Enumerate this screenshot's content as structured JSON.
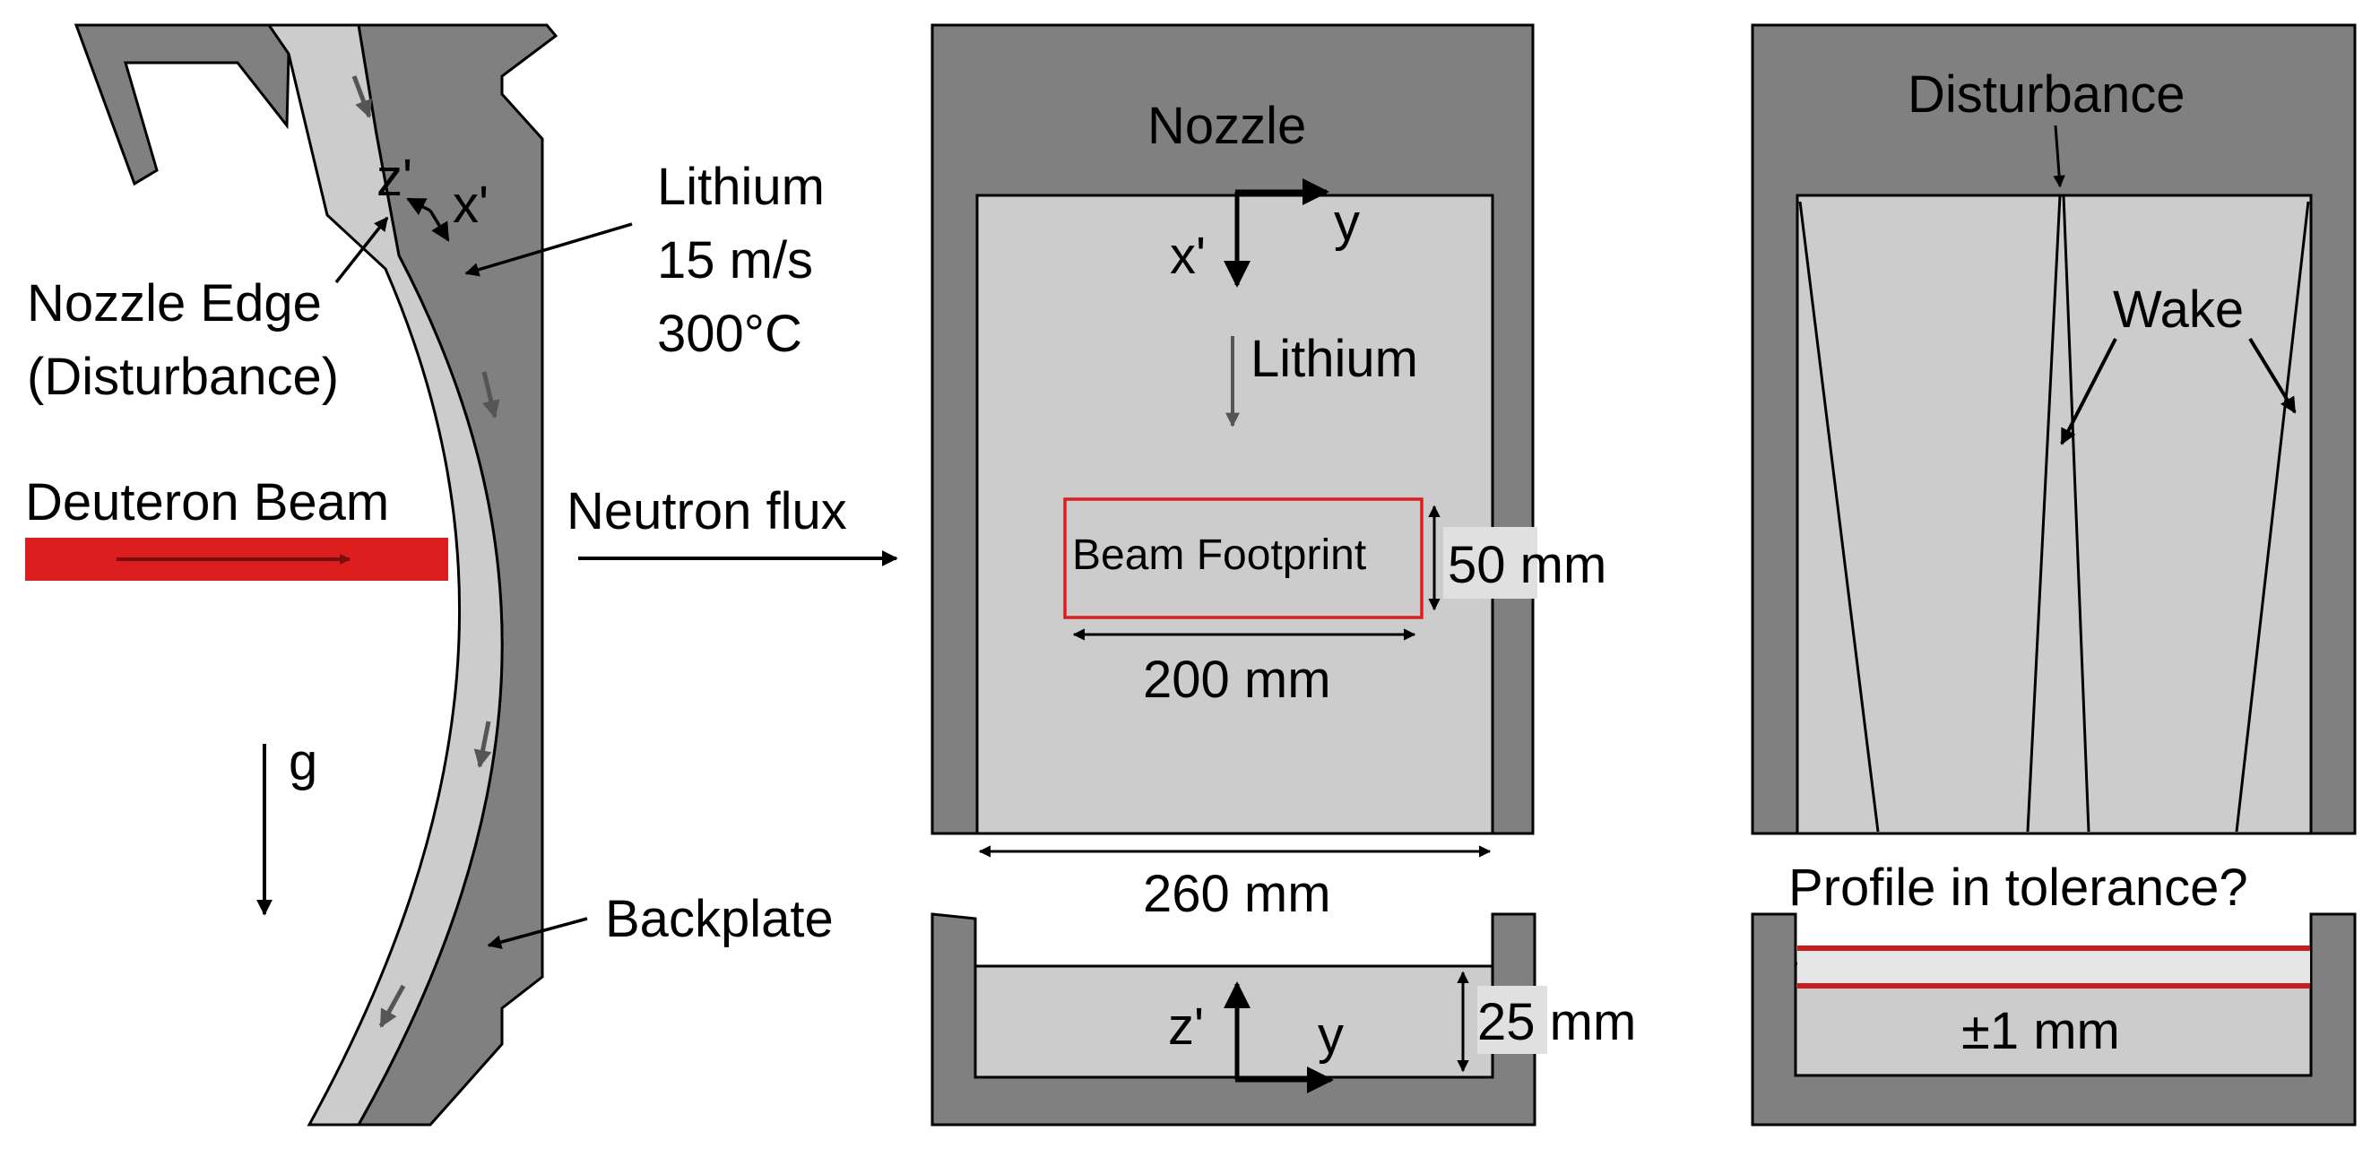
{
  "colors": {
    "wall": "#808080",
    "lithium": "#cccccc",
    "beam": "#dc1e1e",
    "footprint": "#dc1e1e",
    "tolerance": "#c81e1e",
    "flow_arrow": "#555555"
  },
  "side_view": {
    "z_axis": "z'",
    "x_axis": "x'",
    "lithium_label": "Lithium",
    "speed": "15 m/s",
    "temperature": "300°C",
    "nozzle_edge": "Nozzle Edge",
    "nozzle_edge_note": "(Disturbance)",
    "beam_label": "Deuteron Beam",
    "gravity": "g",
    "backplate": "Backplate"
  },
  "neutron_flux": "Neutron flux",
  "front_view": {
    "nozzle": "Nozzle",
    "x_axis": "x'",
    "y_axis": "y",
    "lithium_label": "Lithium",
    "footprint_label": "Beam Footprint",
    "footprint_height": "50 mm",
    "footprint_width": "200 mm",
    "channel_width": "260 mm"
  },
  "section_view": {
    "z_axis": "z'",
    "y_axis": "y",
    "thickness": "25 mm"
  },
  "wake_view": {
    "disturbance": "Disturbance",
    "wake": "Wake",
    "question": "Profile in tolerance?",
    "tolerance": "±1 mm"
  }
}
